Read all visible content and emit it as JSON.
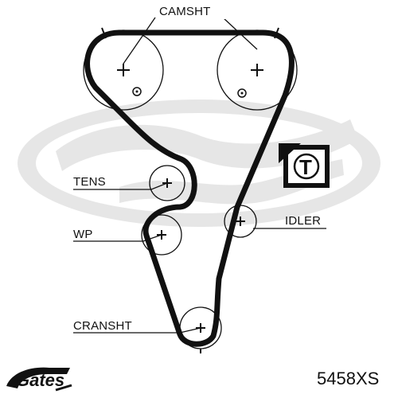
{
  "labels": {
    "camshaft": "CAMSHT",
    "tensioner": "TENS",
    "water_pump": "WP",
    "idler": "IDLER",
    "crankshaft": "CRANSHT"
  },
  "tension_badge": "T",
  "part_number": "5458XS",
  "colors": {
    "line": "#111111",
    "watermark": "#e6e6e6",
    "background": "#ffffff"
  }
}
